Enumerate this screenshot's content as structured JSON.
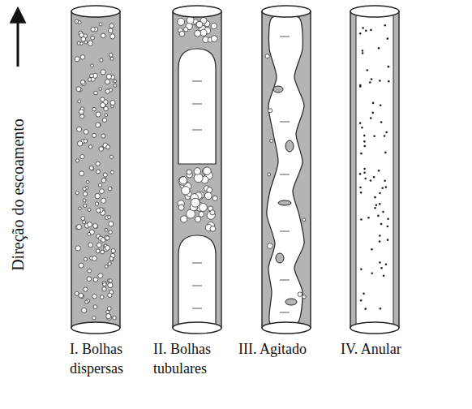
{
  "diagram": {
    "labels": [
      "Direção do escoamento",
      "I. Bolhas dispersas",
      "II. Bolhas tubulares",
      "III. Agitado",
      "IV. Anular"
    ]
  }
}
